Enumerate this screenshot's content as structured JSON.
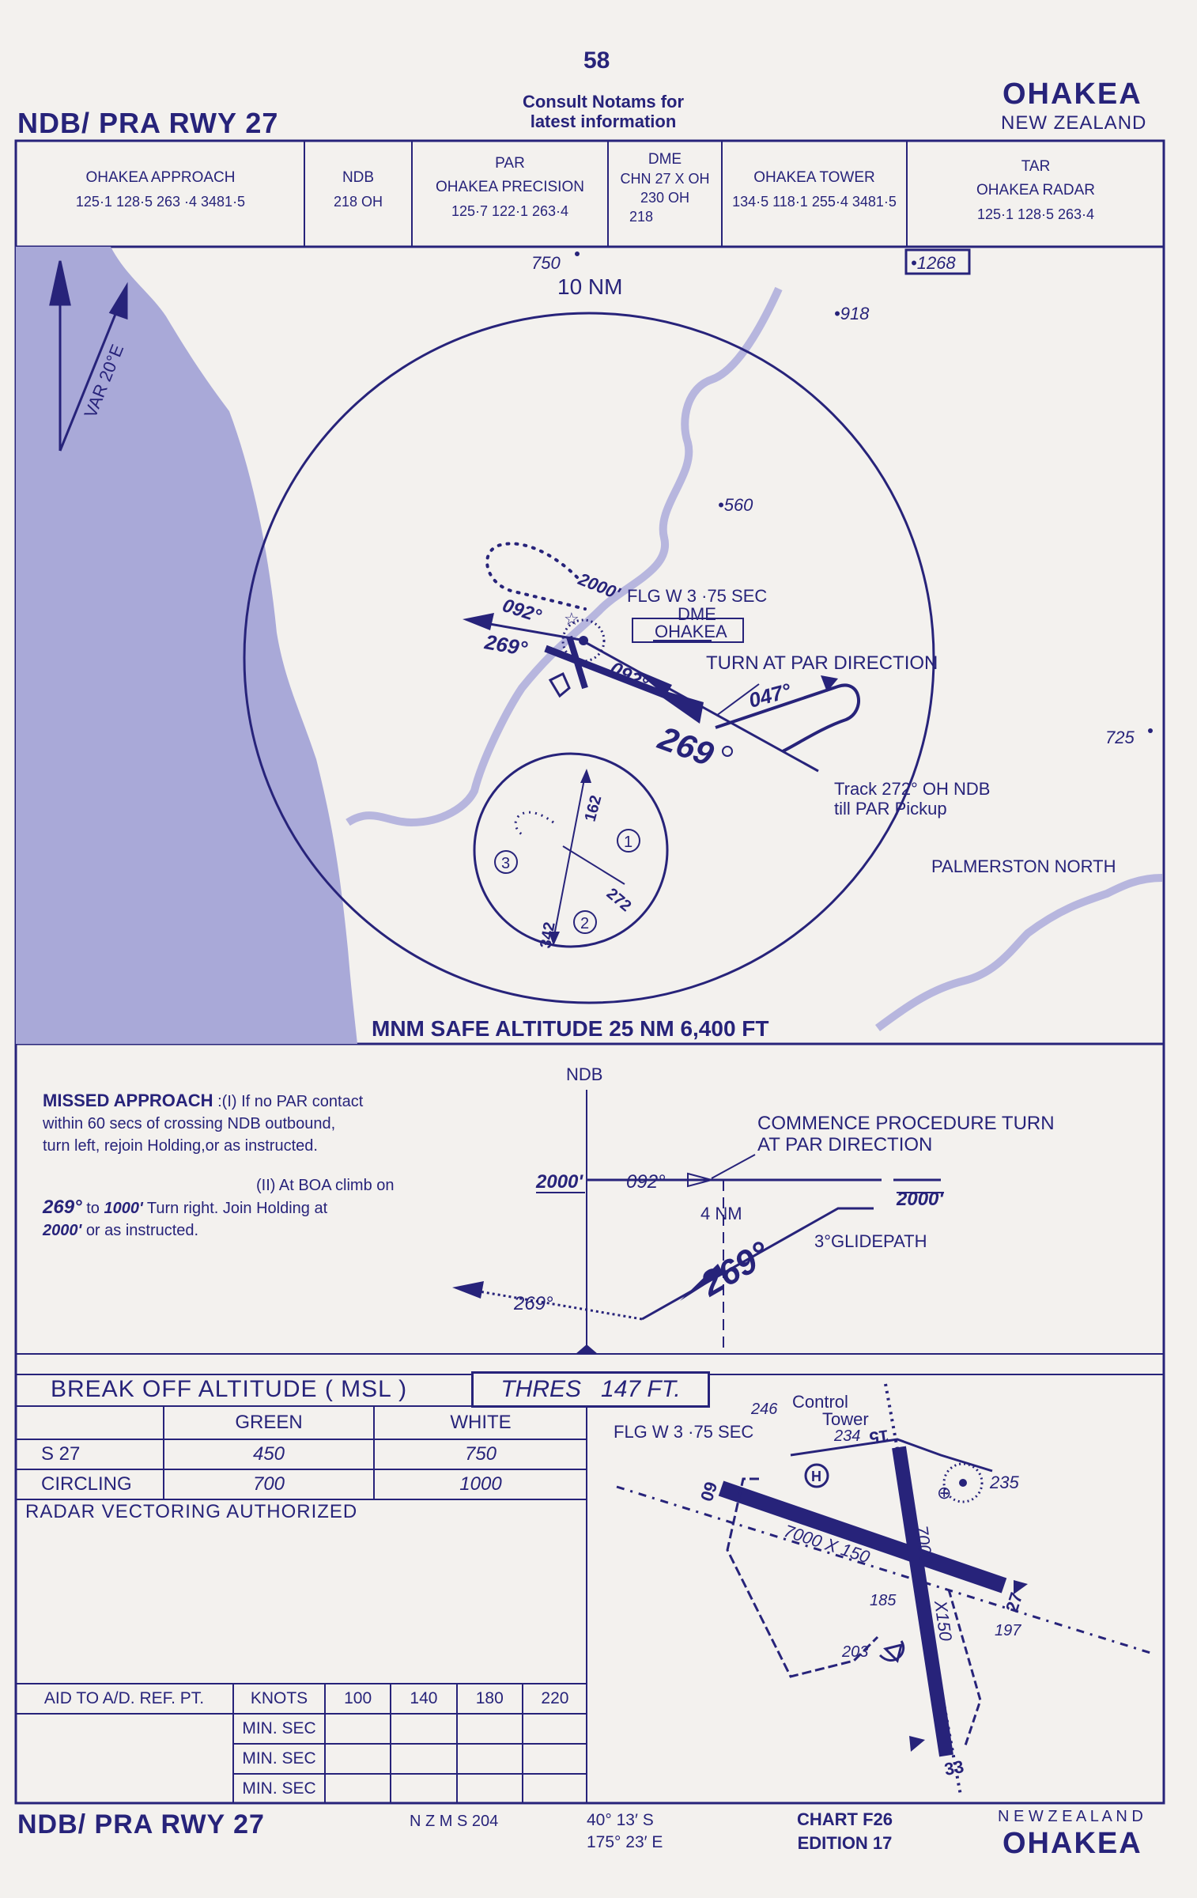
{
  "header": {
    "page_number": "58",
    "procedure": "NDB/ PRA RWY 27",
    "notam_line1": "Consult Notams for",
    "notam_line2": "latest information",
    "airport": "OHAKEA",
    "country": "NEW ZEALAND"
  },
  "frequencies": {
    "approach": {
      "name": "OHAKEA APPROACH",
      "values": "125·1   128·5    263 ·4   3481·5"
    },
    "ndb": {
      "name": "NDB",
      "values": "218   OH"
    },
    "par": {
      "name1": "PAR",
      "name2": "OHAKEA   PRECISION",
      "values": "125·7     122·1    263·4"
    },
    "dme": {
      "name": "DME",
      "line1": "CHN  27 X  OH",
      "line2": "230      OH",
      "line3": "218"
    },
    "tower": {
      "name": "OHAKEA TOWER",
      "values": "134·5  118·1  255·4  3481·5"
    },
    "tar": {
      "name1": "TAR",
      "name2": "OHAKEA    RADAR",
      "values": "125·1       128·5       263·4"
    }
  },
  "plan": {
    "var_label": "VAR  20°E",
    "range_label": "10 NM",
    "spot_750": "750",
    "spot_1268": "•1268",
    "spot_918": "•918",
    "spot_560": "•560",
    "spot_725": "725",
    "holding_alt": "2000'",
    "hold_inbound": "092°",
    "outbound": "269°",
    "inbound_track": "092°",
    "flg": "FLG  W  3 ·75  SEC",
    "dme_label": "DME",
    "ohakea_box": "OHAKEA",
    "turn_par": "TURN AT PAR DIRECTION",
    "turn_047": "047°",
    "final_269": "269",
    "track_line1": "Track  272°   OH  NDB",
    "track_line2": "till PAR   Pickup",
    "town": "PALMERSTON NORTH",
    "sector_162": "162",
    "sector_272": "272",
    "sector_342": "342",
    "sector_1": "1",
    "sector_2": "2",
    "sector_3": "3",
    "msa": "MNM SAFE ALTITUDE  25 NM   6,400  FT"
  },
  "profile": {
    "missed_title": "MISSED APPROACH",
    "missed_1a": ":(I)  If  no  PAR  contact",
    "missed_1b": "within  60  secs of  crossing  NDB  outbound,",
    "missed_1c": "turn  left,  rejoin   Holding,or  as  instructed.",
    "missed_2a": "(II)  At BOA  climb  on",
    "missed_2b_hdg": "269°",
    "missed_2b_to": "to",
    "missed_2b_alt": "1000'",
    "missed_2b_rest": "Turn  right.  Join  Holding  at",
    "missed_2c_alt": "2000'",
    "missed_2c_rest": "or  as  instructed.",
    "ndb": "NDB",
    "alt_left": "2000'",
    "hdg_092": "092°",
    "commence1": "COMMENCE PROCEDURE TURN",
    "commence2": "AT PAR DIRECTION",
    "alt_right": "2000'",
    "four_nm": "4 NM",
    "glidepath": "3°GLIDEPATH",
    "final_269": "269°",
    "missed_269": "269°"
  },
  "minima": {
    "title": "BREAK  OFF  ALTITUDE   ( MSL )",
    "thres_label": "THRES",
    "thres_value": "147 FT.",
    "col_green": "GREEN",
    "col_white": "WHITE",
    "rows": [
      {
        "label": "S    27",
        "green": "450",
        "white": "750"
      },
      {
        "label": "CIRCLING",
        "green": "700",
        "white": "1000"
      }
    ],
    "radar": "RADAR  VECTORING  AUTHORIZED",
    "timing_label": "AID TO A/D. REF. PT.",
    "knots": "KNOTS",
    "speeds": [
      "100",
      "140",
      "180",
      "220"
    ],
    "min_sec": [
      "MIN. SEC",
      "MIN. SEC",
      "MIN. SEC"
    ]
  },
  "aerodrome": {
    "control": "Control",
    "tower": "Tower",
    "elev_246": "246",
    "elev_234": "234",
    "flg": "FLG W 3 ·75 SEC",
    "rwy_09": "09",
    "rwy_15": "15",
    "rwy_27": "27",
    "rwy_33": "33",
    "dim_main": "7000 X 150",
    "dim_cross_len": "7000",
    "dim_cross_wid": "X150",
    "elev_235": "235",
    "elev_185": "185",
    "elev_203": "203",
    "elev_197": "197"
  },
  "footer": {
    "procedure": "NDB/ PRA RWY 27",
    "map": "N Z M S  204",
    "lat": "40°  13′  S",
    "lon": "175°  23′  E",
    "chart": "CHART F26",
    "edition": "EDITION 17",
    "country": "N E W   Z E A L A N D",
    "airport": "OHAKEA"
  }
}
